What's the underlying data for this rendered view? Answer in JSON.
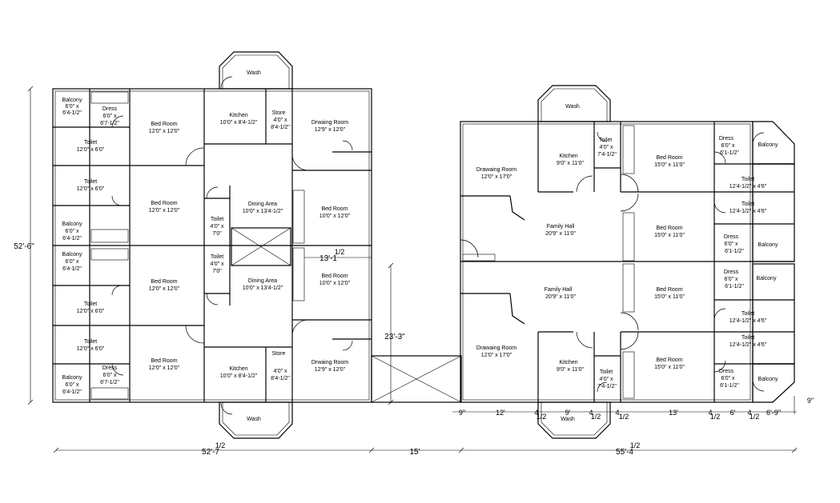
{
  "left_block": {
    "balcony_top": {
      "name": "Balcony",
      "size1": "6'0\" x",
      "size2": "6'4-1/2\""
    },
    "dress_top": {
      "name": "Dress",
      "size1": "6'0\" x",
      "size2": "6'7-1/2\""
    },
    "toilet_1": {
      "name": "Toilet",
      "size": "12'0\" x 6'0\""
    },
    "toilet_2": {
      "name": "Toilet",
      "size": "12'0\" x 6'0\""
    },
    "balcony_mid1": {
      "name": "Balcony",
      "size1": "6'0\" x",
      "size2": "6'4-1/2\""
    },
    "balcony_mid2": {
      "name": "Balcony",
      "size1": "6'0\" x",
      "size2": "6'4-1/2\""
    },
    "toilet_3": {
      "name": "Toilet",
      "size": "12'0\" x 6'0\""
    },
    "toilet_4": {
      "name": "Toilet",
      "size": "12'0\" x 6'0\""
    },
    "balcony_bot": {
      "name": "Balcony",
      "size1": "6'0\" x",
      "size2": "6'4-1/2\""
    },
    "dress_bot": {
      "name": "Dress",
      "size1": "6'0\" x",
      "size2": "6'7-1/2\""
    },
    "bed_1": {
      "name": "Bed Room",
      "size": "12'0\" x 12'0\""
    },
    "bed_2": {
      "name": "Bed Room",
      "size": "12'0\" x 12'0\""
    },
    "bed_3": {
      "name": "Bed Room",
      "size": "12'0\" x 12'0\""
    },
    "bed_4": {
      "name": "Bed Room",
      "size": "12'0\" x 12'0\""
    },
    "wash_top": {
      "name": "Wash"
    },
    "kitchen_top": {
      "name": "Kitchen",
      "size": "10'0\" x 8'4-1/2\""
    },
    "store_top": {
      "name": "Store",
      "size1": "4'0\" x",
      "size2": "8'4-1/2\""
    },
    "drawing_top": {
      "name": "Drwaing Room",
      "size": "12'9\" x 12'0\""
    },
    "dining_1": {
      "name": "Dining Area",
      "size": "10'0\" x 13'4-1/2\""
    },
    "dining_2": {
      "name": "Dining Area",
      "size": "10'0\" x 13'4-1/2\""
    },
    "toilet_c1": {
      "name": "Toilet",
      "size1": "4'0\" x",
      "size2": "7'0\""
    },
    "toilet_c2": {
      "name": "Toilet",
      "size1": "4'0\" x",
      "size2": "7'0\""
    },
    "bed_r1": {
      "name": "Bed Room",
      "size": "10'0\" x 12'0\""
    },
    "bed_r2": {
      "name": "Bed Room",
      "size": "10'0\" x 12'0\""
    },
    "kitchen_bot": {
      "name": "Kitchen",
      "size": "10'0\" x 8'4-1/2\""
    },
    "store_bot": {
      "name": "Store",
      "size1": "4'0\" x",
      "size2": "8'4-1/2\""
    },
    "drawing_bot": {
      "name": "Drwaing Room",
      "size": "12'9\" x 12'0\""
    },
    "wash_bot": {
      "name": "Wash"
    }
  },
  "right_block": {
    "wash_top": {
      "name": "Wash"
    },
    "drawing_top": {
      "name": "Drawaing Room",
      "size": "12'0\" x 17'0\""
    },
    "kitchen_top": {
      "name": "Kitchen",
      "size": "9'0\" x 11'0\""
    },
    "toilet_top": {
      "name": "Toilet",
      "size1": "4'0\" x",
      "size2": "7'4-1/2\""
    },
    "bed_1": {
      "name": "Bed Room",
      "size": "15'0\" x 11'0\""
    },
    "dress_1": {
      "name": "Dress",
      "size1": "6'0\" x",
      "size2": "6'1-1/2\""
    },
    "balcony_1": {
      "name": "Balcony"
    },
    "toilet_1": {
      "name": "Toilet",
      "size": "12'4-1/2\" x 4'6\""
    },
    "toilet_2": {
      "name": "Toilet",
      "size": "12'4-1/2\" x 4'6\""
    },
    "family_hall_1": {
      "name": "Family Hall",
      "size": "20'9\" x 11'0\""
    },
    "bed_2": {
      "name": "Bed Room",
      "size": "15'0\" x 11'0\""
    },
    "dress_2": {
      "name": "Dress",
      "size1": "6'0\" x",
      "size2": "6'1-1/2\""
    },
    "balcony_2": {
      "name": "Balcony"
    },
    "family_hall_2": {
      "name": "Family Hall",
      "size": "20'9\" x 11'0\""
    },
    "dress_3": {
      "name": "Dress",
      "size1": "6'0\" x",
      "size2": "6'1-1/2\""
    },
    "balcony_3": {
      "name": "Balcony"
    },
    "bed_3": {
      "name": "Bed Room",
      "size": "15'0\" x 11'0\""
    },
    "toilet_3": {
      "name": "Toilet",
      "size": "12'4-1/2\" x 4'6\""
    },
    "toilet_4": {
      "name": "Toilet",
      "size": "12'4-1/2\" x 4'6\""
    },
    "drawing_bot": {
      "name": "Drawaing Room",
      "size": "12'0\" x 17'0\""
    },
    "kitchen_bot": {
      "name": "Kitchen",
      "size": "9'0\" x 11'0\""
    },
    "toilet_bot": {
      "name": "Toilet",
      "size1": "4'0\" x",
      "size2": "7'4-1/2\""
    },
    "bed_4": {
      "name": "Bed Room",
      "size": "15'0\" x 11'0\""
    },
    "dress_4": {
      "name": "Dress",
      "size1": "6'0\" x",
      "size2": "6'1-1/2\""
    },
    "balcony_4": {
      "name": "Balcony"
    },
    "wash_bot": {
      "name": "Wash"
    }
  },
  "dimensions": {
    "total_height": "52'-6\"",
    "gap_width": "13'-1",
    "gap_width_frac": "1/2",
    "gap_height": "23'-3\"",
    "left_width": "52'-7",
    "left_width_frac": "1/2",
    "middle_width": "15'",
    "right_width": "55'-4",
    "right_width_frac": "1/2",
    "seg_1": "9\"",
    "seg_2": "12'",
    "seg_3": "4",
    "seg_3_frac": "1/2",
    "seg_4": "9'",
    "seg_5": "4",
    "seg_5_frac": "1/2",
    "seg_6": "4",
    "seg_6_frac": "1/2",
    "seg_7": "13'",
    "seg_8": "4",
    "seg_8_frac": "1/2",
    "seg_9": "6'",
    "seg_10": "4",
    "seg_10_frac": "1/2",
    "seg_11": "6'-9\"",
    "seg_12": "9\""
  }
}
